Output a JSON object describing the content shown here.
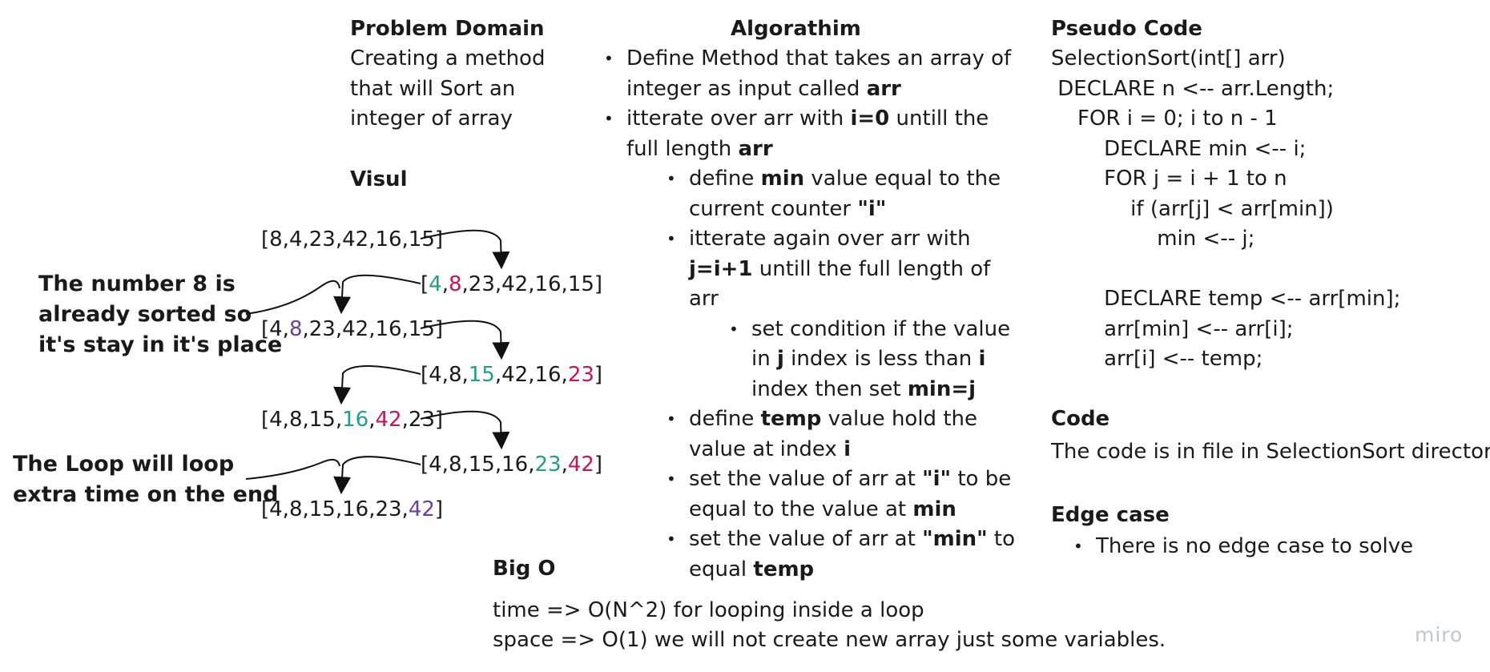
{
  "problem_domain": {
    "title": "Problem Domain",
    "text": "Creating a method that will Sort an integer of array"
  },
  "visual": {
    "title": "Visul",
    "steps": [
      {
        "text": "[8,4,23,42,16,15]"
      },
      {
        "prefix": "[",
        "a": "4",
        "c1": ",",
        "b": "8",
        "rest": ",23,42,16,15]"
      },
      {
        "prefix": "[4,",
        "a": "8",
        "rest": ",23,42,16,15]"
      },
      {
        "prefix": "[4,8,",
        "a": "15",
        "mid": ",42,16,",
        "b": "23",
        "rest": "]"
      },
      {
        "prefix": "[4,8,15,",
        "a": "16",
        "c1": ",",
        "b": "42",
        "rest": ",23]"
      },
      {
        "prefix": "[4,8,15,16,",
        "a": "23",
        "c1": ",",
        "b": "42",
        "rest": "]"
      },
      {
        "prefix": "[4,8,15,16,23,",
        "a": "42",
        "rest": "]"
      }
    ],
    "note1": [
      "The number 8 is",
      "already sorted so",
      "it's stay in it's place"
    ],
    "note2": [
      "The Loop will loop",
      "extra time on the end"
    ],
    "colors": {
      "green": "#1f9e8a",
      "red": "#c2185b",
      "purple": "#6a3fa0"
    }
  },
  "algorithm": {
    "title": "Algorathim",
    "b1": {
      "t1": "Define Method that takes an array of integer as input called ",
      "b": "arr"
    },
    "b2": {
      "t1": "itterate over arr with ",
      "b1": "i=0",
      "t2": " untill the full length ",
      "b2": "arr"
    },
    "b3": {
      "t1": "define ",
      "b1": "min",
      "t2": " value equal to the current counter ",
      "b2": "\"i\""
    },
    "b4": {
      "t1": "itterate again over arr with ",
      "b1": "j=i+1",
      "t2": " untill the full length of arr"
    },
    "b5": {
      "t1": "set condition if the value in ",
      "b1": "j",
      "t2": " index is less than ",
      "b2": "i",
      "t3": " index then set ",
      "b3": "min=j"
    },
    "b6": {
      "t1": "define ",
      "b1": "temp",
      "t2": " value hold the value at index ",
      "b2": "i"
    },
    "b7": {
      "t1": "set the value of arr at ",
      "b1": "\"i\"",
      "t2": " to be equal to the value at ",
      "b2": "min"
    },
    "b8": {
      "t1": "set the value of arr at ",
      "b1": "\"min\"",
      "t2": " to equal ",
      "b2": "temp"
    }
  },
  "pseudo_code": {
    "title": "Pseudo Code",
    "lines": [
      "SelectionSort(int[] arr)",
      " DECLARE n <-- arr.Length;",
      "    FOR i = 0; i to n - 1",
      "        DECLARE min <-- i;",
      "        FOR j = i + 1 to n",
      "            if (arr[j] < arr[min])",
      "                min <-- j;",
      "",
      "        DECLARE temp <-- arr[min];",
      "        arr[min] <-- arr[i];",
      "        arr[i] <-- temp;"
    ]
  },
  "code": {
    "title": "Code",
    "text": "The code is in file in SelectionSort directory"
  },
  "edge_case": {
    "title": "Edge case",
    "items": [
      "There is no edge case to solve"
    ]
  },
  "big_o": {
    "title": "Big O",
    "time": "time => O(N^2) for looping inside a loop",
    "space": "space => O(1) we will not create new array just some variables."
  },
  "watermark": "miro"
}
